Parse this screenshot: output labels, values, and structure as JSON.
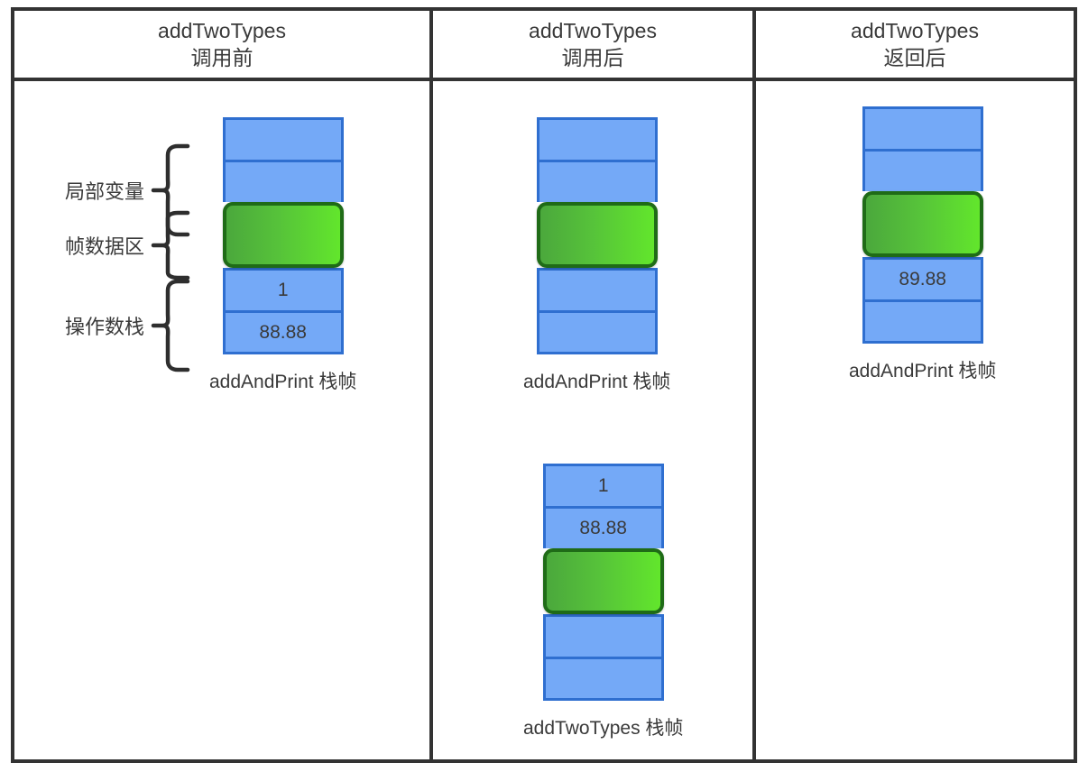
{
  "diagram": {
    "title": "JVM stack frame evolution for addTwoTypes",
    "colors": {
      "slot_fill": "#74a9f7",
      "slot_border": "#2f6fd0",
      "frame_data_fill_left": "#4ba83c",
      "frame_data_fill_right": "#62e62c",
      "frame_data_border": "#1f6b17",
      "table_border": "#333333",
      "text": "#3a3a3a"
    },
    "columns": [
      {
        "id": "before-call",
        "header_line1": "addTwoTypes",
        "header_line2": "调用前",
        "annotations": [
          {
            "id": "local-variables",
            "label": "局部变量",
            "icon": "right-curly-brace-icon"
          },
          {
            "id": "frame-data",
            "label": "帧数据区",
            "icon": "right-curly-brace-icon"
          },
          {
            "id": "operand-stack",
            "label": "操作数栈",
            "icon": "right-curly-brace-icon"
          }
        ],
        "stacks": [
          {
            "id": "addAndPrint-frame",
            "caption": "addAndPrint 栈帧",
            "slots": [
              {
                "kind": "blue",
                "value": ""
              },
              {
                "kind": "blue",
                "value": ""
              },
              {
                "kind": "green",
                "value": ""
              },
              {
                "kind": "blue",
                "value": "1"
              },
              {
                "kind": "blue",
                "value": "88.88"
              }
            ]
          }
        ]
      },
      {
        "id": "after-call",
        "header_line1": "addTwoTypes",
        "header_line2": "调用后",
        "annotations": [],
        "stacks": [
          {
            "id": "addAndPrint-frame",
            "caption": "addAndPrint 栈帧",
            "slots": [
              {
                "kind": "blue",
                "value": ""
              },
              {
                "kind": "blue",
                "value": ""
              },
              {
                "kind": "green",
                "value": ""
              },
              {
                "kind": "blue",
                "value": ""
              },
              {
                "kind": "blue",
                "value": ""
              }
            ]
          },
          {
            "id": "addTwoTypes-frame",
            "caption": "addTwoTypes 栈帧",
            "slots": [
              {
                "kind": "blue",
                "value": "1"
              },
              {
                "kind": "blue",
                "value": "88.88"
              },
              {
                "kind": "green",
                "value": ""
              },
              {
                "kind": "blue",
                "value": ""
              },
              {
                "kind": "blue",
                "value": ""
              }
            ]
          }
        ]
      },
      {
        "id": "after-return",
        "header_line1": "addTwoTypes",
        "header_line2": "返回后",
        "annotations": [],
        "stacks": [
          {
            "id": "addAndPrint-frame",
            "caption": "addAndPrint 栈帧",
            "slots": [
              {
                "kind": "blue",
                "value": ""
              },
              {
                "kind": "blue",
                "value": ""
              },
              {
                "kind": "green",
                "value": ""
              },
              {
                "kind": "blue",
                "value": "89.88"
              },
              {
                "kind": "blue",
                "value": ""
              }
            ]
          }
        ]
      }
    ]
  }
}
